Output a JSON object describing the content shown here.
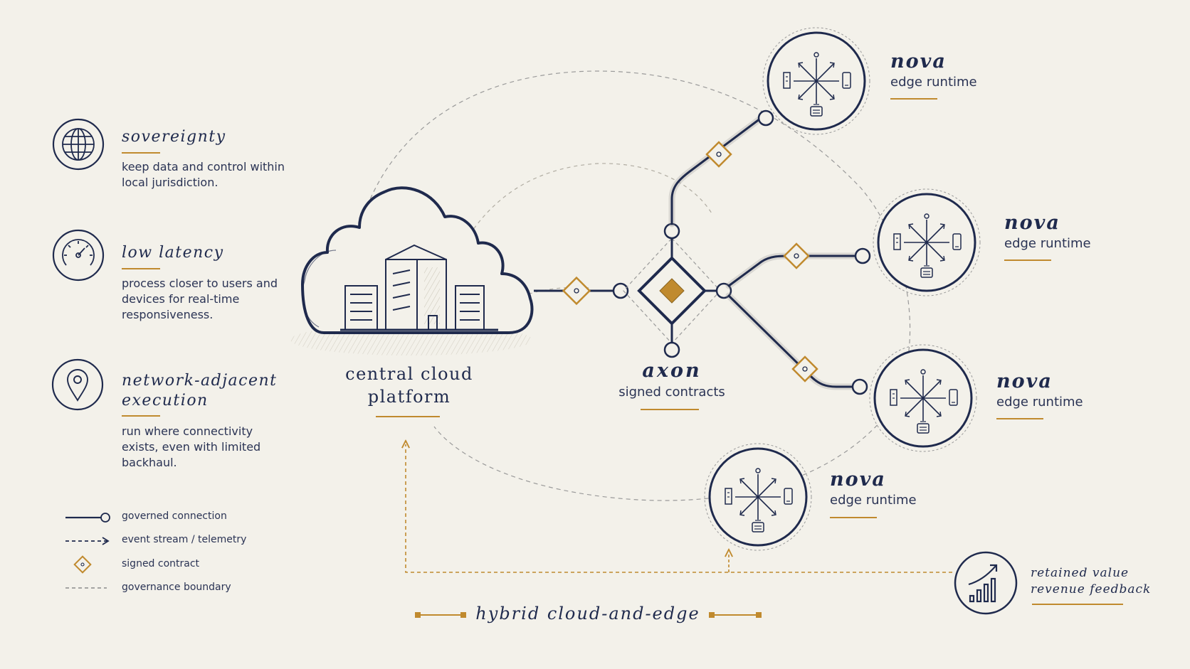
{
  "features": [
    {
      "icon": "globe-icon",
      "title": "sovereignty",
      "body": "keep data and control within local jurisdiction."
    },
    {
      "icon": "gauge-icon",
      "title": "low latency",
      "body": "process closer to users and devices for real-time responsiveness."
    },
    {
      "icon": "location-pin-icon",
      "title": "network-adjacent execution",
      "body": "run where connectivity exists, even with limited backhaul."
    }
  ],
  "legend": [
    {
      "icon": "governed-connection-icon",
      "label": "governed connection"
    },
    {
      "icon": "event-stream-icon",
      "label": "event stream / telemetry"
    },
    {
      "icon": "signed-contract-icon",
      "label": "signed contract"
    },
    {
      "icon": "governance-boundary-icon",
      "label": "governance boundary"
    }
  ],
  "cloud": {
    "label_line1": "central cloud",
    "label_line2": "platform"
  },
  "axon": {
    "name": "axon",
    "subtitle": "signed contracts"
  },
  "nova_nodes": [
    {
      "name": "nova",
      "subtitle": "edge runtime"
    },
    {
      "name": "nova",
      "subtitle": "edge runtime"
    },
    {
      "name": "nova",
      "subtitle": "edge runtime"
    },
    {
      "name": "nova",
      "subtitle": "edge runtime"
    }
  ],
  "feedback": {
    "line1": "retained value",
    "line2": "revenue feedback"
  },
  "footer": {
    "title": "hybrid cloud-and-edge"
  },
  "colors": {
    "background": "#f3f1ea",
    "navy": "#1f2a4d",
    "gold": "#c08a2e",
    "dash": "#9a9a9a"
  }
}
